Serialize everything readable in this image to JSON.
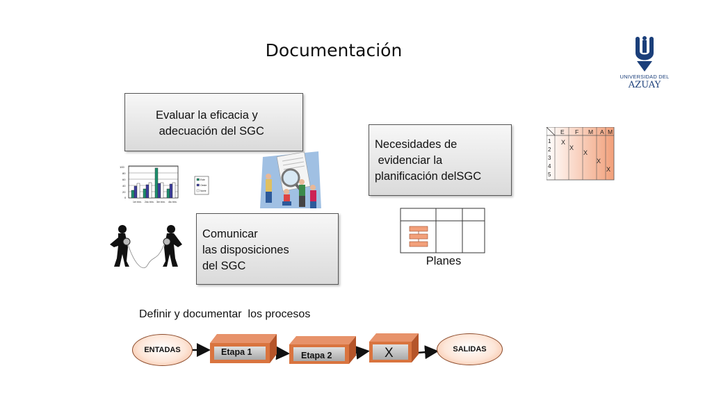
{
  "slide": {
    "title": "Documentación",
    "box_evaluar": {
      "line1": "Evaluar la eficacia y",
      "line2": " adecuación del SGC"
    },
    "box_comunicar": {
      "line1": "Comunicar",
      "line2": "las disposiciones",
      "line3": "del SGC"
    },
    "box_necesidades": {
      "line1": "Necesidades de",
      "line2": " evidenciar la",
      "line3": "planificación delSGC"
    },
    "planes_label": "Planes",
    "process_label": "Definir y documentar  los procesos"
  },
  "logo": {
    "line1": "UNIVERSIDAD DEL",
    "line2": "AZUAY",
    "color": "#1b3f7a"
  },
  "process_flow": {
    "input": "ENTADAS",
    "stages": [
      "Etapa 1",
      "Etapa 2",
      "X"
    ],
    "output": "SALIDAS",
    "stage_color": "#d9743f"
  },
  "schedule": {
    "months": [
      "E",
      "F",
      "M",
      "A",
      "M"
    ],
    "rows": [
      "1",
      "2",
      "3",
      "4",
      "5"
    ],
    "marks": [
      "X",
      "X",
      "X",
      "X",
      "X"
    ]
  },
  "mini_chart": {
    "yticks": [
      "100",
      "80",
      "60",
      "40",
      "20",
      "0"
    ],
    "categories": [
      "1er trim.",
      "2do trim.",
      "3er trim.",
      "4to trim."
    ],
    "legend": [
      "Este",
      "Oeste",
      "Norte"
    ],
    "colors": [
      "#1f8f6e",
      "#3e3e9e",
      "#ffffff"
    ]
  }
}
